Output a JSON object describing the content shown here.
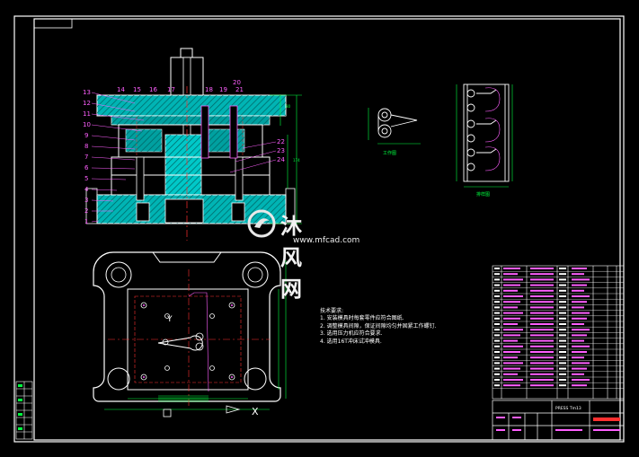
{
  "drawing": {
    "part_labels_left": [
      "13",
      "12",
      "11",
      "10",
      "9",
      "8",
      "7",
      "6",
      "5",
      "4",
      "3",
      "2",
      "1"
    ],
    "part_labels_top": [
      "14",
      "15",
      "16",
      "17",
      "18",
      "19",
      "20",
      "21"
    ],
    "part_labels_right": [
      "22",
      "23",
      "24"
    ],
    "view_labels": {
      "small_view": "工作图",
      "right_view": "排样图"
    },
    "section_marks": {
      "left": "Y",
      "right": "X"
    },
    "tech_requirements": {
      "title": "技术要求:",
      "items": [
        "1. 安装模具时每套零件应符合图纸.",
        "2. 调整模具间隙，保证间隙均匀并固紧工作螺钉.",
        "3. 选用压力机应符合要求.",
        "4. 选用16T冲床试冲模具."
      ]
    },
    "title_block": {
      "name_text": "PRESS  Tm13"
    },
    "watermark": {
      "cn": "沐风网",
      "url": "www.mfcad.com"
    }
  },
  "colors": {
    "background": "#000000",
    "frame": "#ffffff",
    "section": "#00d8d8",
    "labels": "#ff5fff",
    "dimension": "#00ff40",
    "centerline": "#ff3030",
    "hidden": "#ffff00"
  }
}
